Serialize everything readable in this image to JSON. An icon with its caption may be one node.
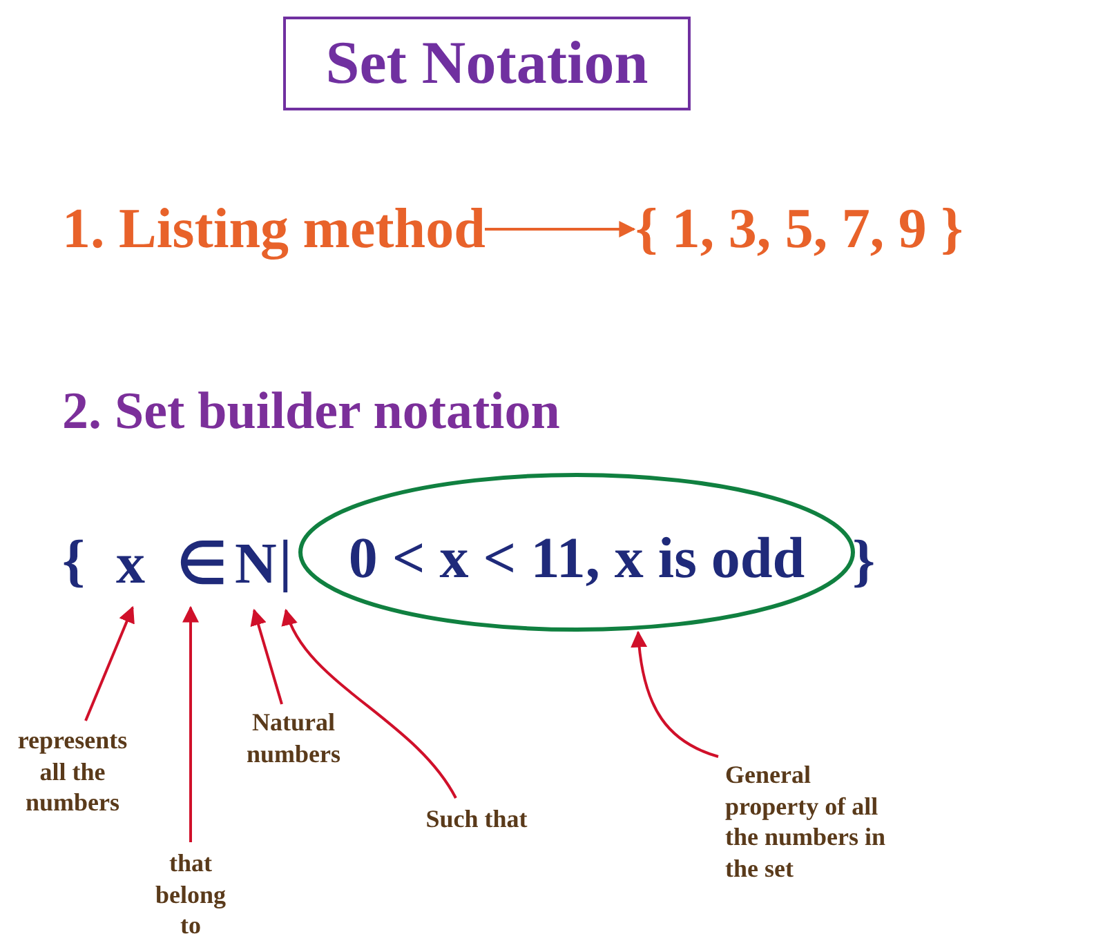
{
  "diagram": {
    "title": "Set Notation",
    "nodes": [
      {
        "text": [
          "1. Listing method"
        ]
      },
      {
        "text": [
          "{ 1, 3, 5, 7, 9 }"
        ]
      },
      {
        "text": [
          "x"
        ]
      },
      {
        "text": [
          "∈"
        ]
      },
      {
        "text": [
          "N"
        ]
      },
      {
        "text": [
          "|"
        ]
      },
      {
        "text": [
          "0 < x < 11, x is odd"
        ]
      },
      {
        "text": [
          "represents all the numbers"
        ]
      },
      {
        "text": [
          "that belong to"
        ]
      },
      {
        "text": [
          "Natural numbers"
        ]
      },
      {
        "text": [
          "Such that"
        ]
      },
      {
        "text": [
          "General property of all the numbers in the set"
        ]
      }
    ],
    "edges": [
      {
        "from": 0,
        "to": 1,
        "arrow": "to",
        "color": "#e8622a"
      },
      {
        "from": 7,
        "to": 2,
        "arrow": "to"
      },
      {
        "from": 8,
        "to": 3,
        "arrow": "to"
      },
      {
        "from": 9,
        "to": 4,
        "arrow": "to"
      },
      {
        "from": 10,
        "to": 5,
        "arrow": "to"
      },
      {
        "from": 11,
        "to": 6,
        "arrow": "to"
      }
    ],
    "labels": [
      "2. Set builder notation",
      "{",
      "}"
    ]
  }
}
